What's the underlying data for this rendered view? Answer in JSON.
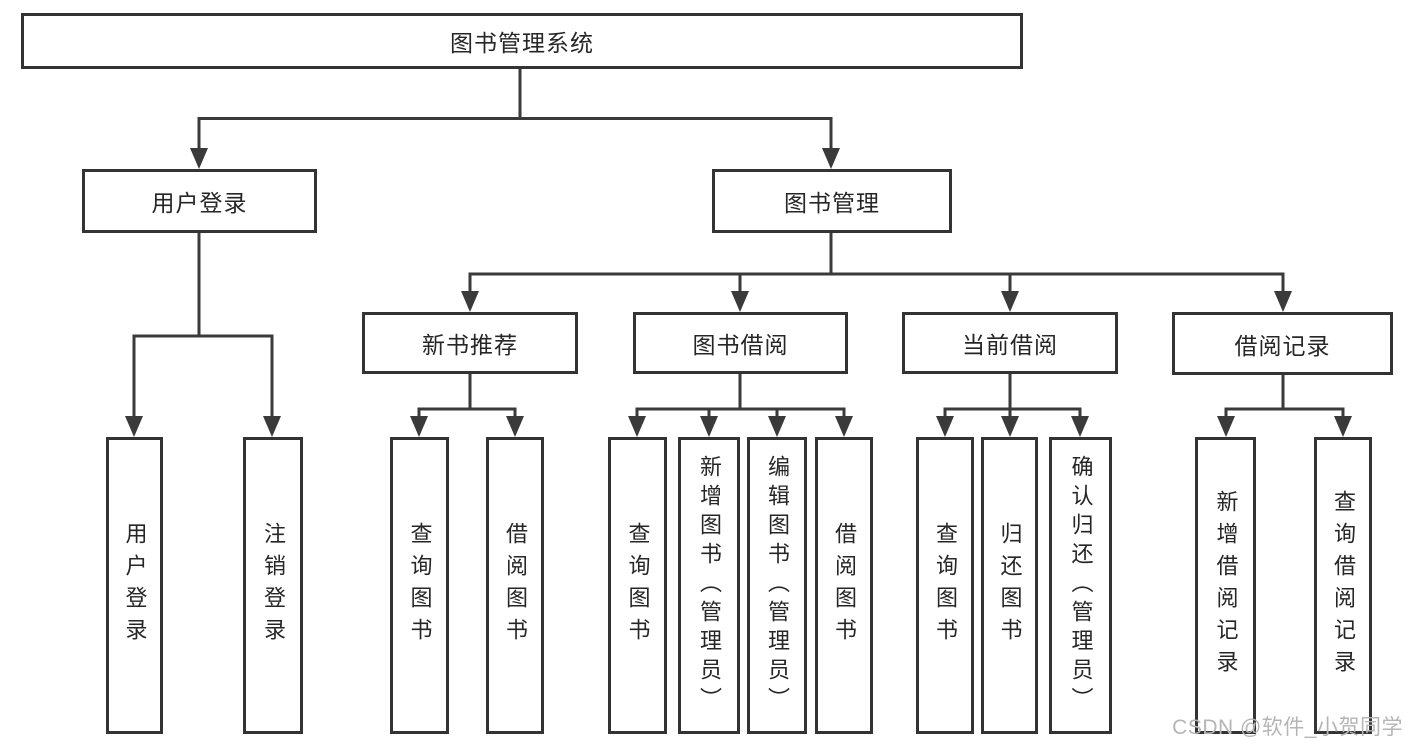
{
  "diagram": {
    "root_label": "图书管理系统",
    "branches": [
      {
        "label": "用户登录",
        "leaves": [
          "用户登录",
          "注销登录"
        ]
      },
      {
        "label": "图书管理",
        "sections": [
          {
            "label": "新书推荐",
            "leaves": [
              "查询图书",
              "借阅图书"
            ]
          },
          {
            "label": "图书借阅",
            "leaves": [
              "查询图书",
              "新增图书（管理员）",
              "编辑图书（管理员）",
              "借阅图书"
            ]
          },
          {
            "label": "当前借阅",
            "leaves": [
              "查询图书",
              "归还图书",
              "确认归还（管理员）"
            ]
          },
          {
            "label": "借阅记录",
            "leaves": [
              "新增借阅记录",
              "查询借阅记录"
            ]
          }
        ]
      }
    ]
  },
  "watermark": "CSDN @软件_小贺同学",
  "colors": {
    "line": "#3a3a3a",
    "box_border": "#333333",
    "text": "#262626",
    "watermark": "#b5b5b5",
    "background": "#ffffff"
  }
}
